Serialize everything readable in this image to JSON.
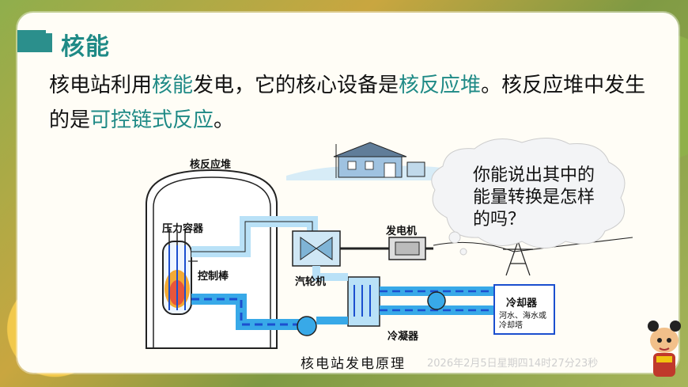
{
  "slide": {
    "title": "核能",
    "paragraph": {
      "t1": "核电站利用",
      "h1": "核能",
      "t2": "发电，它的核心设备是",
      "h2": "核反应堆",
      "t3": "。核反应堆中发生的是",
      "h3": "可控链式反应",
      "t4": "。"
    },
    "bubble": "你能说出其中的能量转换是怎样的吗？",
    "caption": "核电站发电原理",
    "watermark": "2026年2月5日星期四14时27分23秒"
  },
  "diagram_labels": {
    "reactor": "核反应堆",
    "pressure_vessel": "压力容器",
    "control_rod": "控制棒",
    "turbine": "汽轮机",
    "generator": "发电机",
    "condenser": "冷凝器",
    "cooler": "冷却器",
    "cooler_sub": "河水、海水或冷却塔"
  },
  "colors": {
    "accent": "#1f8a86",
    "water": "#38a9e8",
    "water_dark": "#1b4fcf"
  }
}
